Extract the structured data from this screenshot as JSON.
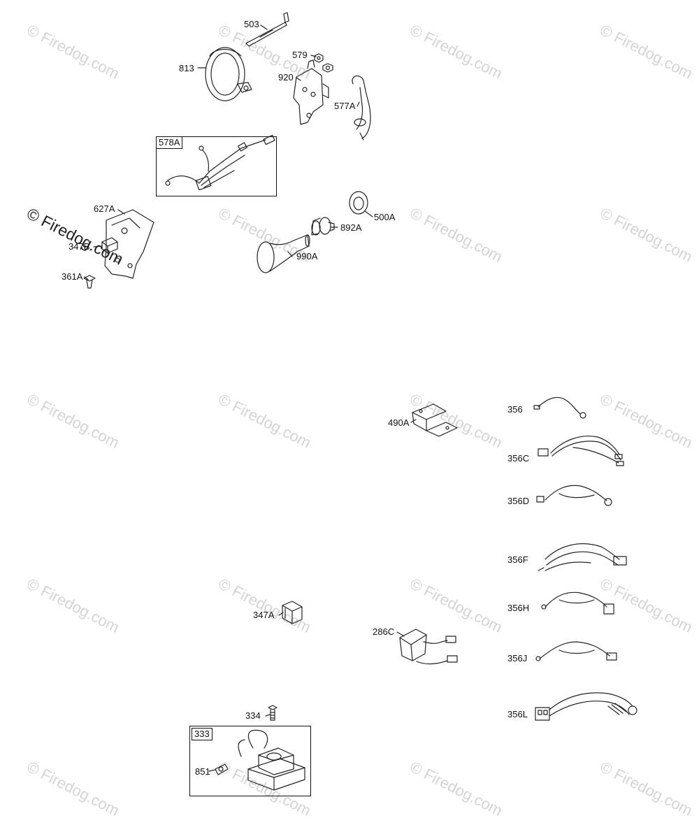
{
  "watermark": "© Firedog.com",
  "labels": {
    "p503": "503",
    "p813": "813",
    "p579": "579",
    "p920": "920",
    "p577A": "577A",
    "p578A": "578A",
    "p627A": "627A",
    "p347B": "347B",
    "p361A": "361A",
    "p500A": "500A",
    "p892A": "892A",
    "p990A": "990A",
    "p490A": "490A",
    "p356": "356",
    "p356C": "356C",
    "p356D": "356D",
    "p356F": "356F",
    "p356H": "356H",
    "p356J": "356J",
    "p356L": "356L",
    "p347A": "347A",
    "p286C": "286C",
    "p334": "334",
    "p333": "333",
    "p851": "851"
  }
}
